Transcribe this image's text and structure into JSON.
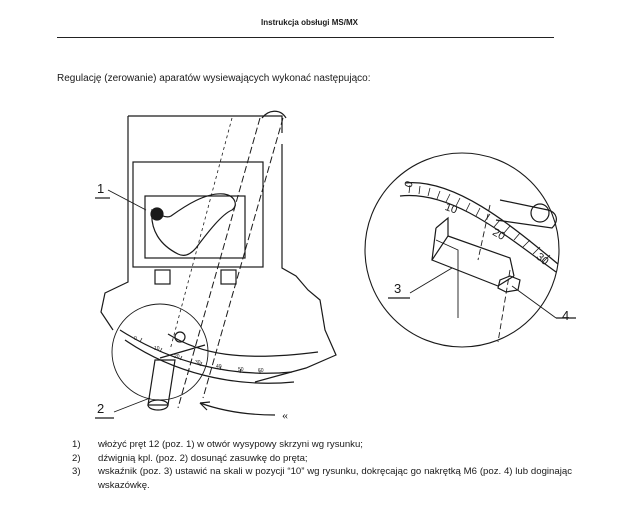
{
  "header": {
    "title": "Instrukcja obsługi  MS/MX"
  },
  "intro": "Regulację (zerowanie) aparatów wysiewających wykonać następująco:",
  "figure": {
    "callouts": [
      "1",
      "2",
      "3",
      "4"
    ],
    "scale_labels": [
      "0",
      "10",
      "20",
      "30"
    ],
    "small_scale_labels": [
      "0",
      "10",
      "20",
      "30",
      "40",
      "50",
      "60"
    ],
    "direction_mark": "«"
  },
  "steps": [
    {
      "num": "1)",
      "text": "włożyć pręt 12 (poz. 1) w otwór wysypowy skrzyni wg rysunku;"
    },
    {
      "num": "2)",
      "text": "dźwignią kpl. (poz. 2) dosunąć zasuwkę do pręta;"
    },
    {
      "num": "3)",
      "text": "wskaźnik (poz. 3) ustawić na skali w pozycji “10” wg rysunku, dokręcając go nakrętką M6 (poz. 4) lub doginając wskazówkę."
    }
  ]
}
